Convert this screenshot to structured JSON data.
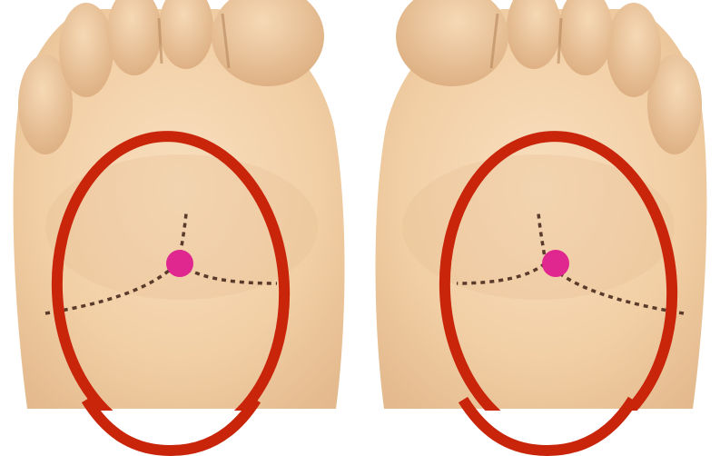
{
  "image": {
    "colors": {
      "background": "#ffffff",
      "skin": "#f2cfa5",
      "skin_shadow": "#e3b98d",
      "skin_light": "#f8dfc0",
      "toe": "#edc89c",
      "ring": "#c8250b",
      "dot_line": "#5a3b2b",
      "point": "#e0278f"
    },
    "panels": [
      {
        "name": "left-foot-sole",
        "orientation": "left",
        "acupoint_marked": true,
        "highlight_ring": true
      },
      {
        "name": "right-foot-sole",
        "orientation": "right",
        "acupoint_marked": true,
        "highlight_ring": true
      }
    ]
  }
}
